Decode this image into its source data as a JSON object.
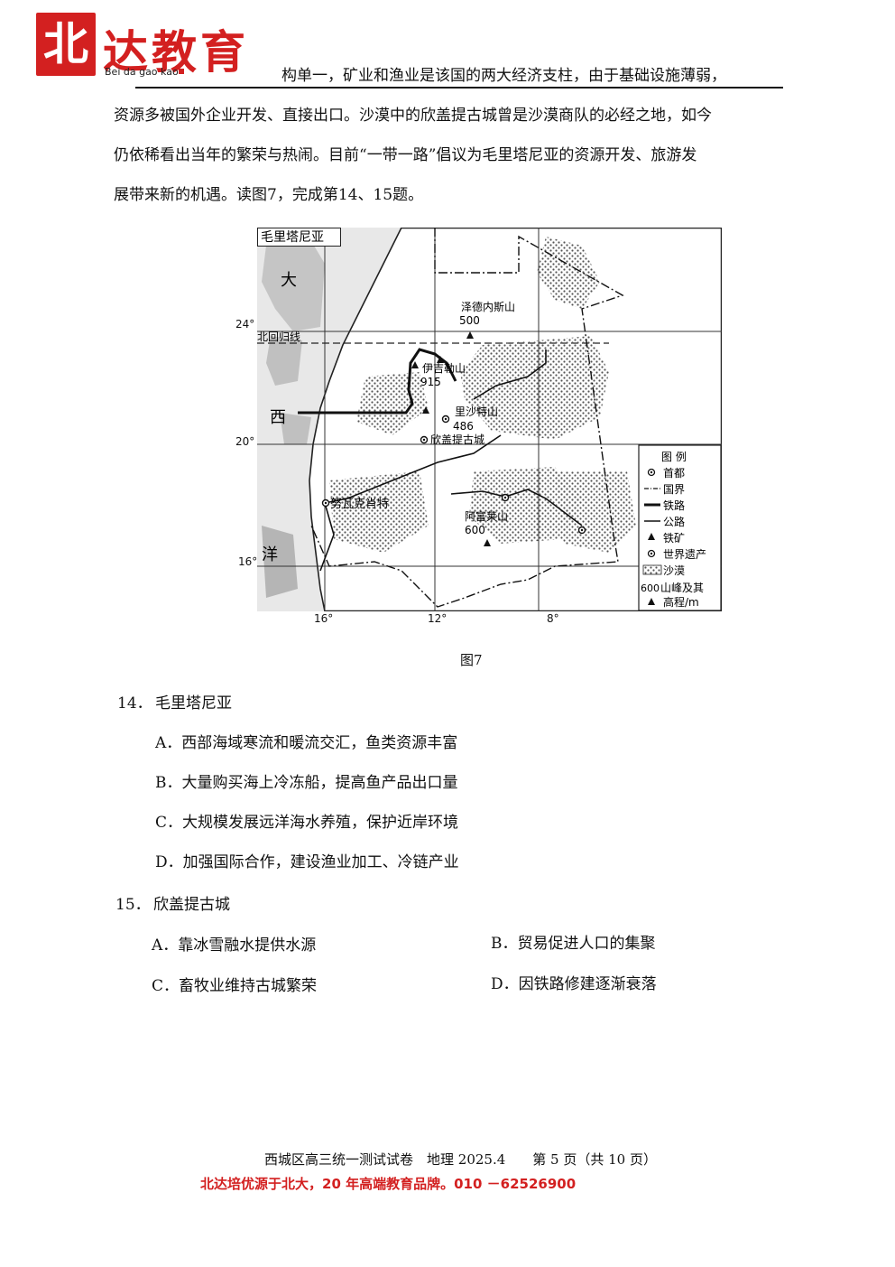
{
  "header": {
    "logo_char": "北",
    "brand_name": "达教育",
    "brand_pinyin": "Bei da gao kao"
  },
  "passage": {
    "line1": "构单一，矿业和渔业是该国的两大经济支柱，由于基础设施薄弱，",
    "line2": "资源多被国外企业开发、直接出口。沙漠中的欣盖提古城曾是沙漠商队的必经之地，如今",
    "line3": "仍依稀看出当年的繁荣与热闹。目前“一带一路”倡议为毛里塔尼亚的资源开发、旅游发",
    "line4": "展带来新的机遇。读图7，完成第14、15题。"
  },
  "map": {
    "title": "毛里塔尼亚",
    "ocean_chars": [
      "大",
      "西",
      "洋"
    ],
    "lat_labels": [
      "24°",
      "20°",
      "16°"
    ],
    "lon_labels": [
      "16°",
      "12°",
      "8°"
    ],
    "tropic_label": "北回归线",
    "places": {
      "zemmour": "泽德内斯山",
      "zemmour_elev": "500",
      "ijill": "伊吉勒山",
      "ijill_elev": "915",
      "richat": "里沙特山",
      "richat_elev": "486",
      "chinguetti": "欣盖提古城",
      "capital": "努瓦克肖特",
      "adrar": "阿富莱山",
      "adrar_elev": "600"
    },
    "legend": {
      "title": "图 例",
      "capital": "首都",
      "border": "国界",
      "railway": "铁路",
      "road": "公路",
      "iron_ore": "铁矿",
      "heritage": "世界遗产",
      "desert": "沙漠",
      "peak_num": "600",
      "peak_label1": "山峰及其",
      "peak_label2": "高程/m"
    }
  },
  "figure_caption": "图7",
  "questions": [
    {
      "number": "14．",
      "stem": "毛里塔尼亚",
      "options": [
        {
          "letter": "A．",
          "text": "西部海域寒流和暖流交汇，鱼类资源丰富"
        },
        {
          "letter": "B．",
          "text": "大量购买海上冷冻船，提高鱼产品出口量"
        },
        {
          "letter": "C．",
          "text": "大规模发展远洋海水养殖，保护近岸环境"
        },
        {
          "letter": "D．",
          "text": "加强国际合作，建设渔业加工、冷链产业"
        }
      ]
    },
    {
      "number": "15．",
      "stem": "欣盖提古城",
      "options": [
        {
          "letter": "A．",
          "text": "靠冰雪融水提供水源"
        },
        {
          "letter": "B．",
          "text": "贸易促进人口的集聚"
        },
        {
          "letter": "C．",
          "text": "畜牧业维持古城繁荣"
        },
        {
          "letter": "D．",
          "text": "因铁路修建逐渐衰落"
        }
      ]
    }
  ],
  "footer": {
    "exam": "西城区高三统一测试试卷　地理 2025.4　　第 5 页（共 10 页）",
    "promo": "北达培优源于北大，20 年高端教育品牌。010 －62526900"
  },
  "colors": {
    "brand_red": "#d32020",
    "desert_dot": "#555555",
    "ocean_gray": "#9a9a9a"
  }
}
